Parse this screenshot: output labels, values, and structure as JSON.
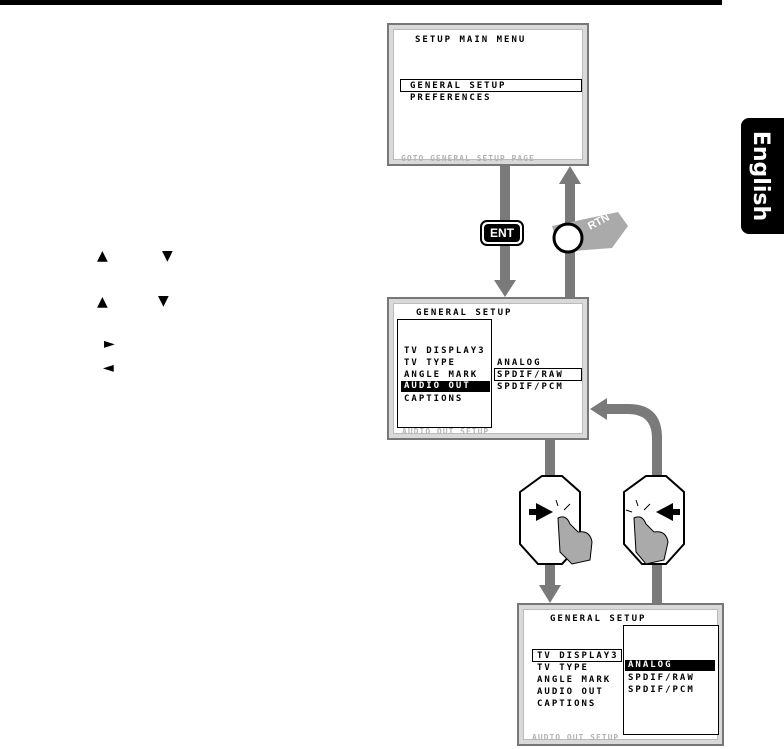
{
  "language_tab": "English",
  "left_glyphs": {
    "up1": "▲",
    "down1": "▼",
    "up2": "▲",
    "down2": "▼",
    "right": "►",
    "left": "◄"
  },
  "screen1": {
    "title": "SETUP MAIN MENU",
    "items": [
      "GENERAL SETUP",
      "PREFERENCES"
    ],
    "footer": "GOTO GENERAL SETUP PAGE"
  },
  "buttons": {
    "ent": "ENT",
    "rtn": "RTN"
  },
  "screen2": {
    "title": "GENERAL SETUP",
    "items": [
      "TV DISPLAY3",
      "TV TYPE",
      "ANGLE MARK",
      "AUDIO OUT",
      "CAPTIONS"
    ],
    "options": [
      "ANALOG",
      "SPDIF/RAW",
      "SPDIF/PCM"
    ],
    "footer": "AUDIO OUT SETUP"
  },
  "screen3": {
    "title": "GENERAL SETUP",
    "items": [
      "TV DISPLAY3",
      "TV TYPE",
      "ANGLE MARK",
      "AUDIO OUT",
      "CAPTIONS"
    ],
    "options": [
      "ANALOG",
      "SPDIF/RAW",
      "SPDIF/PCM"
    ],
    "footer": "AUDIO OUT SETUP"
  },
  "colors": {
    "arrow": "#7a7a7a",
    "screen_bezel": "#d9d9d9",
    "rtn_bg": "#aaaaaa"
  }
}
